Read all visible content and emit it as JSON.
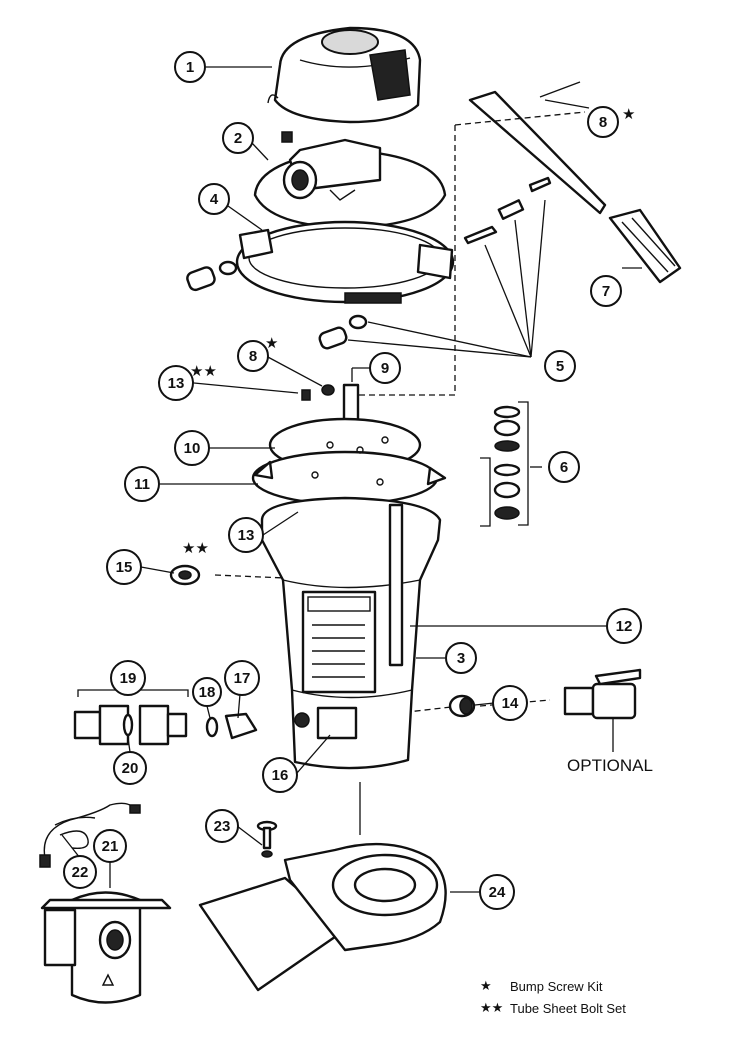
{
  "callouts": [
    {
      "id": "1",
      "label": "1"
    },
    {
      "id": "2",
      "label": "2"
    },
    {
      "id": "3",
      "label": "3"
    },
    {
      "id": "4",
      "label": "4"
    },
    {
      "id": "5",
      "label": "5"
    },
    {
      "id": "6",
      "label": "6"
    },
    {
      "id": "7",
      "label": "7"
    },
    {
      "id": "8a",
      "label": "8"
    },
    {
      "id": "8b",
      "label": "8"
    },
    {
      "id": "9",
      "label": "9"
    },
    {
      "id": "10",
      "label": "10"
    },
    {
      "id": "11",
      "label": "11"
    },
    {
      "id": "12",
      "label": "12"
    },
    {
      "id": "13a",
      "label": "13"
    },
    {
      "id": "13b",
      "label": "13"
    },
    {
      "id": "14",
      "label": "14"
    },
    {
      "id": "15",
      "label": "15"
    },
    {
      "id": "16",
      "label": "16"
    },
    {
      "id": "17",
      "label": "17"
    },
    {
      "id": "18",
      "label": "18"
    },
    {
      "id": "19",
      "label": "19"
    },
    {
      "id": "20",
      "label": "20"
    },
    {
      "id": "21",
      "label": "21"
    },
    {
      "id": "22",
      "label": "22"
    },
    {
      "id": "23",
      "label": "23"
    },
    {
      "id": "24",
      "label": "24"
    }
  ],
  "marks": {
    "single": "★",
    "double": "★★"
  },
  "optional_label": "OPTIONAL",
  "legend": [
    {
      "symbol": "★",
      "text": "Bump Screw Kit"
    },
    {
      "symbol": "★★",
      "text": "Tube Sheet Bolt Set"
    }
  ]
}
